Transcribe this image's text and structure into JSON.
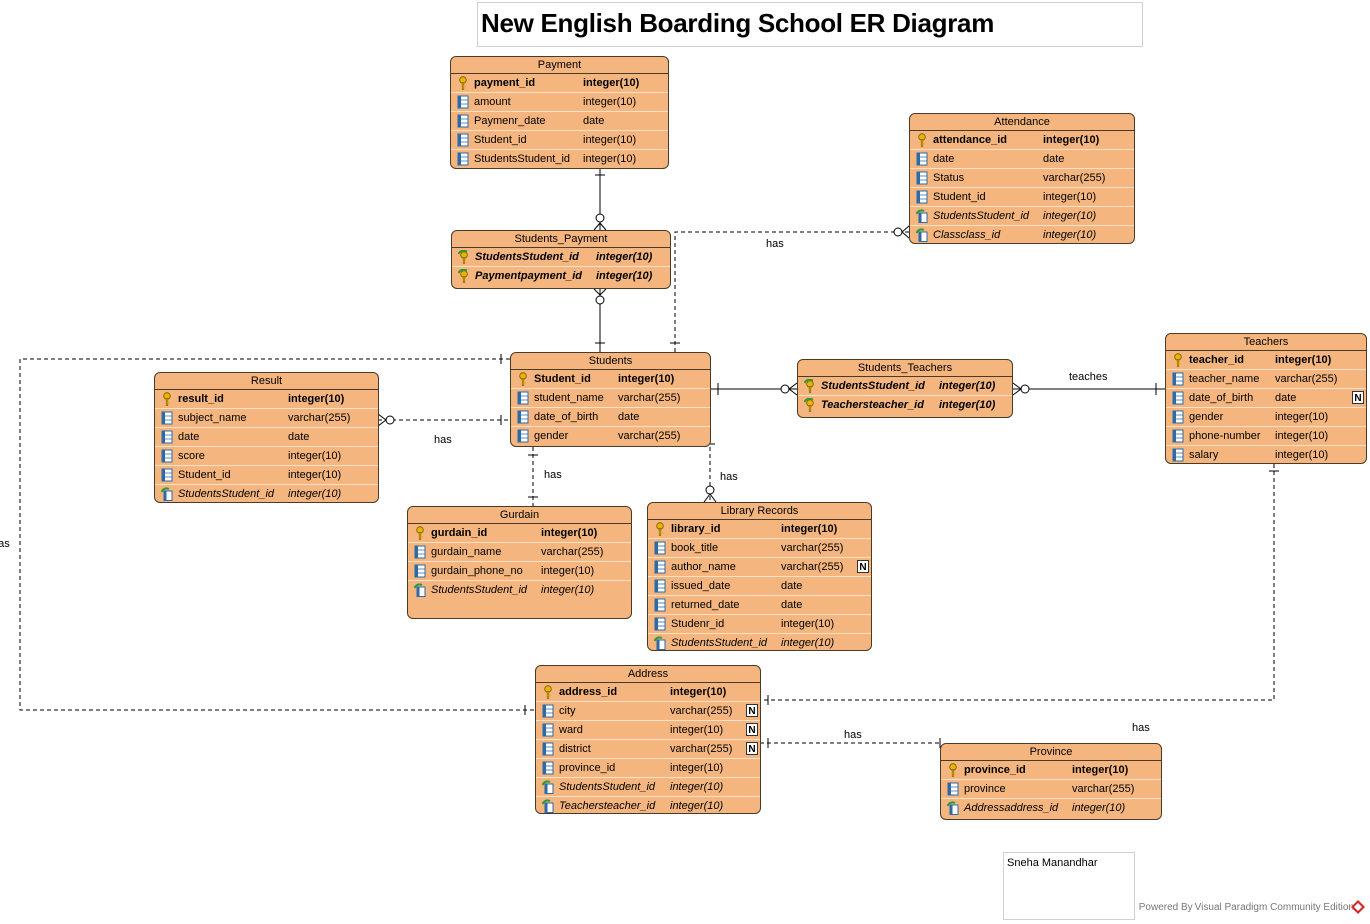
{
  "title": "New English Boarding School ER Diagram",
  "note": "Sneha Manandhar",
  "footer": "Powered By Visual Paradigm Community Edition",
  "colors": {
    "entity_fill": "#f4b67e",
    "entity_border": "#4a3a2a",
    "line": "#000000"
  },
  "entities": {
    "payment": {
      "name": "Payment",
      "columns": [
        {
          "name": "payment_id",
          "type": "integer(10)",
          "kind": "pk"
        },
        {
          "name": "amount",
          "type": "integer(10)",
          "kind": "col"
        },
        {
          "name": "Paymenr_date",
          "type": "date",
          "kind": "col"
        },
        {
          "name": "Student_id",
          "type": "integer(10)",
          "kind": "col"
        },
        {
          "name": "StudentsStudent_id",
          "type": "integer(10)",
          "kind": "col"
        }
      ]
    },
    "attendance": {
      "name": "Attendance",
      "columns": [
        {
          "name": "attendance_id",
          "type": "integer(10)",
          "kind": "pk"
        },
        {
          "name": "date",
          "type": "date",
          "kind": "col"
        },
        {
          "name": "Status",
          "type": "varchar(255)",
          "kind": "col"
        },
        {
          "name": "Student_id",
          "type": "integer(10)",
          "kind": "col"
        },
        {
          "name": "StudentsStudent_id",
          "type": "integer(10)",
          "kind": "fk"
        },
        {
          "name": "Classclass_id",
          "type": "integer(10)",
          "kind": "fk"
        }
      ]
    },
    "students_payment": {
      "name": "Students_Payment",
      "columns": [
        {
          "name": "StudentsStudent_id",
          "type": "integer(10)",
          "kind": "pkfk"
        },
        {
          "name": "Paymentpayment_id",
          "type": "integer(10)",
          "kind": "pkfk"
        }
      ]
    },
    "students": {
      "name": "Students",
      "columns": [
        {
          "name": "Student_id",
          "type": "integer(10)",
          "kind": "pk"
        },
        {
          "name": "student_name",
          "type": "varchar(255)",
          "kind": "col"
        },
        {
          "name": "date_of_birth",
          "type": "date",
          "kind": "col"
        },
        {
          "name": "gender",
          "type": "varchar(255)",
          "kind": "col"
        }
      ]
    },
    "students_teachers": {
      "name": "Students_Teachers",
      "columns": [
        {
          "name": "StudentsStudent_id",
          "type": "integer(10)",
          "kind": "pkfk"
        },
        {
          "name": "Teachersteacher_id",
          "type": "integer(10)",
          "kind": "pkfk"
        }
      ]
    },
    "teachers": {
      "name": "Teachers",
      "columns": [
        {
          "name": "teacher_id",
          "type": "integer(10)",
          "kind": "pk"
        },
        {
          "name": "teacher_name",
          "type": "varchar(255)",
          "kind": "col"
        },
        {
          "name": "date_of_birth",
          "type": "date",
          "kind": "col",
          "nullable": "N"
        },
        {
          "name": "gender",
          "type": "integer(10)",
          "kind": "col"
        },
        {
          "name": "phone-number",
          "type": "integer(10)",
          "kind": "col"
        },
        {
          "name": "salary",
          "type": "integer(10)",
          "kind": "col"
        }
      ]
    },
    "result": {
      "name": "Result",
      "columns": [
        {
          "name": "result_id",
          "type": "integer(10)",
          "kind": "pk"
        },
        {
          "name": "subject_name",
          "type": "varchar(255)",
          "kind": "col"
        },
        {
          "name": "date",
          "type": "date",
          "kind": "col"
        },
        {
          "name": "score",
          "type": "integer(10)",
          "kind": "col"
        },
        {
          "name": "Student_id",
          "type": "integer(10)",
          "kind": "col"
        },
        {
          "name": "StudentsStudent_id",
          "type": "integer(10)",
          "kind": "fk"
        }
      ]
    },
    "gurdain": {
      "name": "Gurdain",
      "columns": [
        {
          "name": "gurdain_id",
          "type": "integer(10)",
          "kind": "pk"
        },
        {
          "name": "gurdain_name",
          "type": "varchar(255)",
          "kind": "col"
        },
        {
          "name": "gurdain_phone_no",
          "type": "integer(10)",
          "kind": "col"
        },
        {
          "name": "StudentsStudent_id",
          "type": "integer(10)",
          "kind": "fk"
        }
      ]
    },
    "library": {
      "name": "Library Records",
      "columns": [
        {
          "name": "library_id",
          "type": "integer(10)",
          "kind": "pk"
        },
        {
          "name": "book_title",
          "type": "varchar(255)",
          "kind": "col"
        },
        {
          "name": "author_name",
          "type": "varchar(255)",
          "kind": "col",
          "nullable": "N"
        },
        {
          "name": "issued_date",
          "type": "date",
          "kind": "col"
        },
        {
          "name": "returned_date",
          "type": "date",
          "kind": "col"
        },
        {
          "name": "Studenr_id",
          "type": "integer(10)",
          "kind": "col"
        },
        {
          "name": "StudentsStudent_id",
          "type": "integer(10)",
          "kind": "fk"
        }
      ]
    },
    "address": {
      "name": "Address",
      "columns": [
        {
          "name": "address_id",
          "type": "integer(10)",
          "kind": "pk"
        },
        {
          "name": "city",
          "type": "varchar(255)",
          "kind": "col",
          "nullable": "N"
        },
        {
          "name": "ward",
          "type": "integer(10)",
          "kind": "col",
          "nullable": "N"
        },
        {
          "name": "district",
          "type": "varchar(255)",
          "kind": "col",
          "nullable": "N"
        },
        {
          "name": "province_id",
          "type": "integer(10)",
          "kind": "col"
        },
        {
          "name": "StudentsStudent_id",
          "type": "integer(10)",
          "kind": "fk"
        },
        {
          "name": "Teachersteacher_id",
          "type": "integer(10)",
          "kind": "fk"
        }
      ]
    },
    "province": {
      "name": "Province",
      "columns": [
        {
          "name": "province_id",
          "type": "integer(10)",
          "kind": "pk"
        },
        {
          "name": "province",
          "type": "varchar(255)",
          "kind": "col"
        },
        {
          "name": "Addressaddress_id",
          "type": "integer(10)",
          "kind": "fk"
        }
      ]
    }
  },
  "relationship_labels": {
    "attendance_has": "has",
    "result_has": "has",
    "gurdain_has": "has",
    "library_has": "has",
    "teaches": "teaches",
    "left_has": "has",
    "province_has": "has",
    "teacher_address_has": "has"
  }
}
